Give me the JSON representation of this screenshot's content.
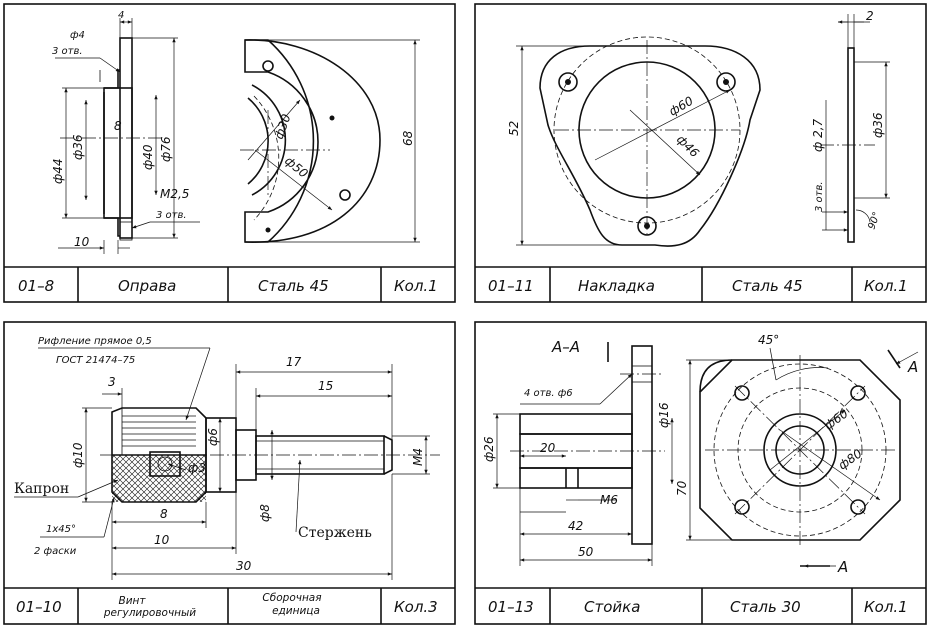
{
  "panels": [
    {
      "id": "01-8",
      "code": "01–8",
      "name": "Оправа",
      "material": "Сталь 45",
      "qty": "Кол.1",
      "dims": {
        "d4": "ф4",
        "holes3": "3 отв.",
        "w4": "4",
        "d44": "ф44",
        "d36": "ф36",
        "v8": "8",
        "d40": "ф40",
        "d76": "ф76",
        "m25": "М2,5",
        "holes3b": "3 отв.",
        "v10": "10",
        "r30": "ф30",
        "r50": "ф50",
        "h68": "68"
      }
    },
    {
      "id": "01-11",
      "code": "01–11",
      "name": "Накладка",
      "material": "Сталь 45",
      "qty": "Кол.1",
      "dims": {
        "h52": "52",
        "d60": "ф60",
        "d46": "ф46",
        "w2": "2",
        "d36": "ф36",
        "d27": "ф 2,7",
        "holes3": "3 отв.",
        "a90": "90°"
      }
    },
    {
      "id": "01-10",
      "code": "01–10",
      "name_line1": "Винт",
      "name_line2": "регулировочный",
      "material_line1": "Сборочная",
      "material_line2": "единица",
      "qty": "Кол.3",
      "dims": {
        "knurl1": "Рифление прямое 0,5",
        "knurl2": "ГОСТ 21474–75",
        "w3": "3",
        "w17": "17",
        "w15": "15",
        "d10": "ф10",
        "d6": "ф6",
        "d3": "ф3",
        "m4": "М4",
        "d8": "ф8",
        "w8": "8",
        "chamfer1": "1х45°",
        "chamfer2": "2 фаски",
        "w10": "10",
        "w30": "30",
        "label_kapron": "Капрон",
        "label_rod": "Стержень"
      }
    },
    {
      "id": "01-13",
      "code": "01–13",
      "name": "Стойка",
      "material": "Сталь 30",
      "qty": "Кол.1",
      "dims": {
        "section": "А–А",
        "holes4": "4 отв. ф6",
        "d26": "ф26",
        "d16": "ф16",
        "w20": "20",
        "m6": "М6",
        "w42": "42",
        "w50": "50",
        "h70": "70",
        "a45": "45°",
        "d60": "ф60",
        "d80": "ф80",
        "arrowA1": "А",
        "arrowA2": "А"
      }
    }
  ]
}
